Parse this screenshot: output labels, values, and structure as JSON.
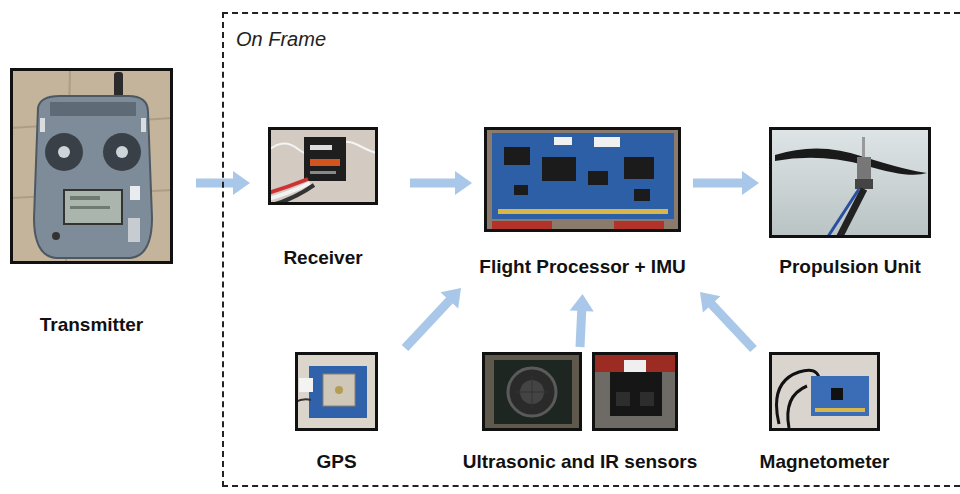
{
  "diagram": {
    "nodes": [
      {
        "text": [
          "Transmitter"
        ]
      },
      {
        "text": [
          "On Frame"
        ]
      },
      {
        "text": [
          "Receiver"
        ],
        "in": 1
      },
      {
        "text": [
          "Flight Processor + IMU"
        ],
        "in": 1
      },
      {
        "text": [
          "Propulsion Unit"
        ],
        "in": 1
      },
      {
        "text": [
          "GPS"
        ],
        "in": 1
      },
      {
        "text": [
          "Ultrasonic and IR sensors"
        ],
        "in": 1
      },
      {
        "text": [
          "Magnetometer"
        ],
        "in": 1
      }
    ],
    "edges": [
      {
        "from": 0,
        "to": 2,
        "arrow": "to"
      },
      {
        "from": 2,
        "to": 3,
        "arrow": "to"
      },
      {
        "from": 3,
        "to": 4,
        "arrow": "to"
      },
      {
        "from": 5,
        "to": 3,
        "arrow": "to"
      },
      {
        "from": 6,
        "to": 3,
        "arrow": "to"
      },
      {
        "from": 7,
        "to": 3,
        "arrow": "to"
      }
    ]
  }
}
